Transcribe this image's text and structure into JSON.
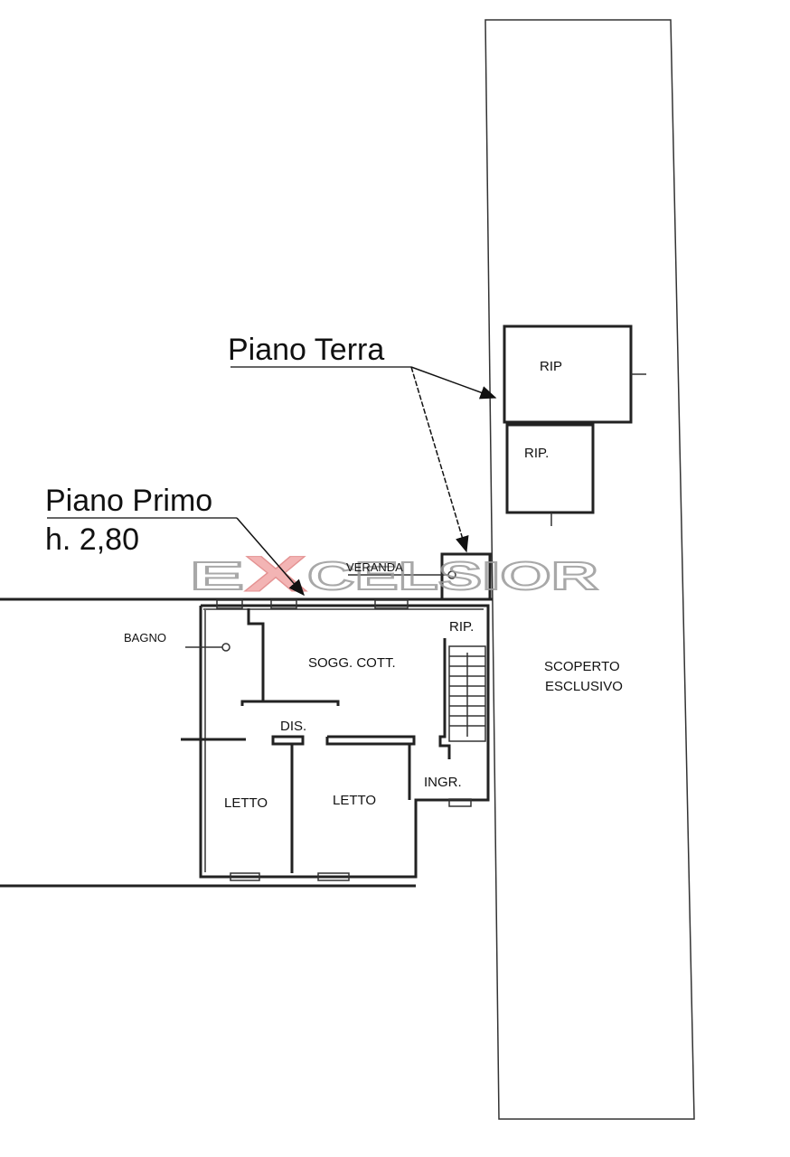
{
  "labels": {
    "piano_terra": "Piano Terra",
    "piano_primo": "Piano Primo",
    "piano_primo_height": "h. 2,80",
    "veranda": "VERANDA",
    "bagno": "BAGNO",
    "sogg_cott": "SOGG. COTT.",
    "rip_stairs": "RIP.",
    "dis": "DIS.",
    "letto_1": "LETTO",
    "letto_2": "LETTO",
    "ingr": "INGR.",
    "rip_1": "RIP",
    "rip_2": "RIP.",
    "scoperto_1": "SCOPERTO",
    "scoperto_2": "ESCLUSIVO"
  },
  "watermark": {
    "text_1": "E",
    "text_2": "X",
    "text_3": "CELSIOR"
  },
  "colors": {
    "watermark_grey": "#b0b0b0",
    "watermark_red": "#f0a0a0",
    "line": "#222222"
  }
}
